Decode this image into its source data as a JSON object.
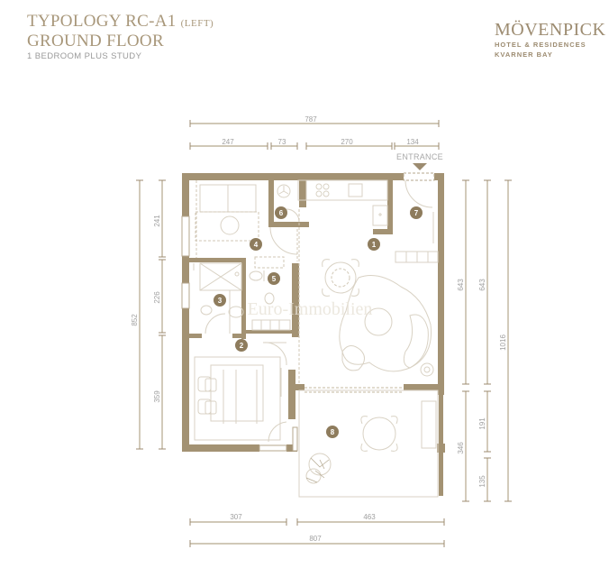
{
  "header": {
    "title_line1": "TYPOLOGY RC-A1",
    "title_suffix": "(LEFT)",
    "title_line2": "GROUND FLOOR",
    "subtitle": "1 BEDROOM PLUS STUDY"
  },
  "logo": {
    "brand": "MÖVENPICK",
    "line1": "HOTEL & RESIDENCES",
    "line2": "KVARNER BAY"
  },
  "colors": {
    "wall": "#a39273",
    "dim_line": "#b5a78c",
    "furniture": "#d9d2c4",
    "badge": "#8e7c5d",
    "title": "#a8977a"
  },
  "plan": {
    "entrance_label": "ENTRANCE",
    "watermark": "Euro-Immobilien",
    "rooms": [
      {
        "id": "1",
        "label": "1"
      },
      {
        "id": "2",
        "label": "2"
      },
      {
        "id": "3",
        "label": "3"
      },
      {
        "id": "4",
        "label": "4"
      },
      {
        "id": "5",
        "label": "5"
      },
      {
        "id": "6",
        "label": "6"
      },
      {
        "id": "7",
        "label": "7"
      },
      {
        "id": "8",
        "label": "8"
      }
    ]
  },
  "dimensions": {
    "top_total": "787",
    "top_segments": [
      "247",
      "73",
      "270",
      "134"
    ],
    "left_total": "852",
    "left_segments": [
      "241",
      "226",
      "359"
    ],
    "right_inner": [
      "643",
      "346"
    ],
    "right_middle": [
      "643",
      "191",
      "135"
    ],
    "right_total": "1016",
    "bottom_segments": [
      "307",
      "463"
    ],
    "bottom_total": "807"
  }
}
